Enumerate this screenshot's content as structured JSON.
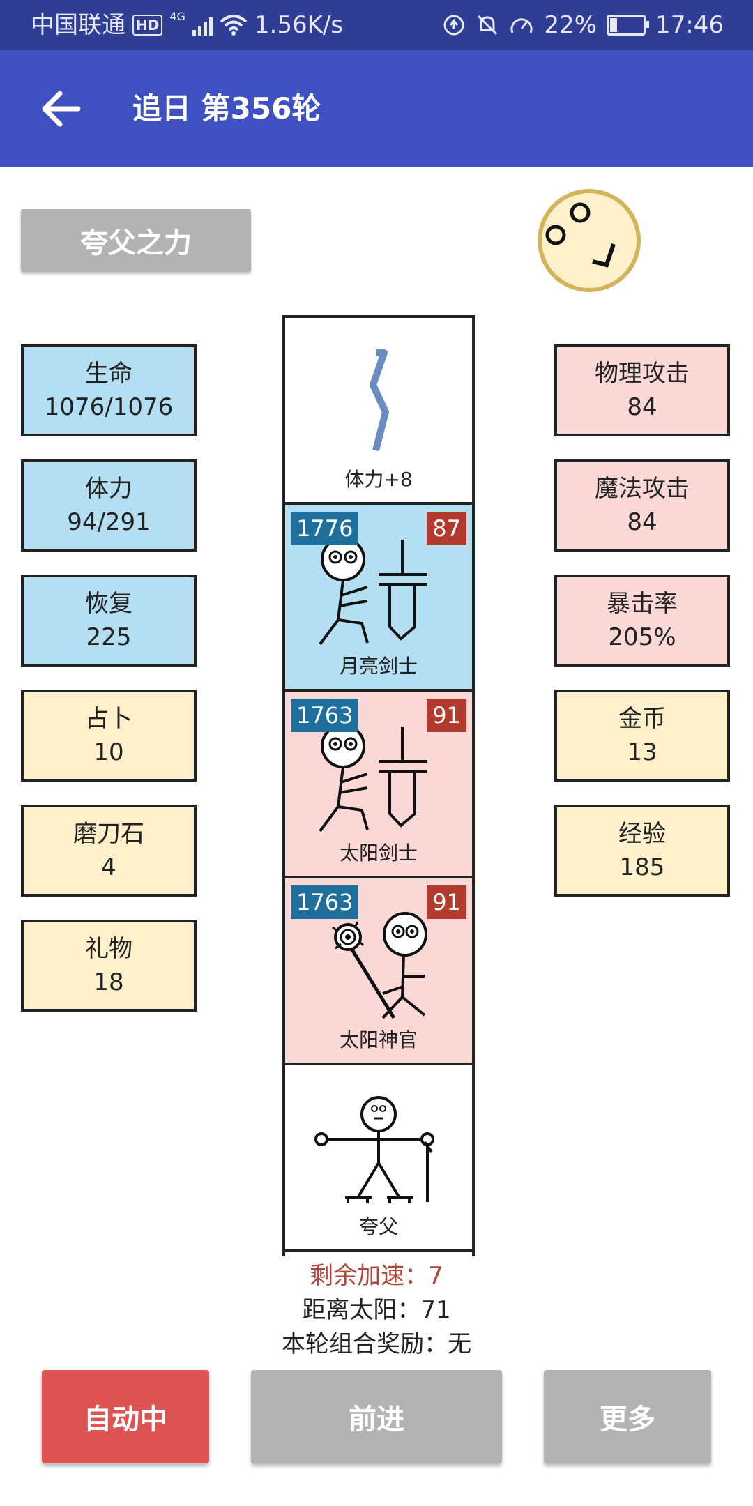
{
  "status_bar": {
    "carrier": "中国联通",
    "hd": "HD",
    "network": "4G",
    "speed": "1.56K/s",
    "battery": "22%",
    "battery_level": 0.22,
    "time": "17:46"
  },
  "app_bar": {
    "title": "追日 第356轮"
  },
  "power_button": "夸父之力",
  "left_stats": [
    {
      "label": "生命",
      "value": "1076/1076",
      "color": "blue"
    },
    {
      "label": "体力",
      "value": "94/291",
      "color": "blue"
    },
    {
      "label": "恢复",
      "value": "225",
      "color": "blue"
    },
    {
      "label": "占卜",
      "value": "10",
      "color": "yellow"
    },
    {
      "label": "磨刀石",
      "value": "4",
      "color": "yellow"
    },
    {
      "label": "礼物",
      "value": "18",
      "color": "yellow"
    }
  ],
  "right_stats": [
    {
      "label": "物理攻击",
      "value": "84",
      "color": "pink"
    },
    {
      "label": "魔法攻击",
      "value": "84",
      "color": "pink"
    },
    {
      "label": "暴击率",
      "value": "205%",
      "color": "pink"
    },
    {
      "label": "金币",
      "value": "13",
      "color": "yellow"
    },
    {
      "label": "经验",
      "value": "185",
      "color": "yellow"
    }
  ],
  "path_cells": [
    {
      "label": "体力+8",
      "type": "item",
      "bg": "#ffffff"
    },
    {
      "label": "月亮剑士",
      "hp": "1776",
      "atk": "87",
      "type": "swordsman",
      "bg": "#b4dff2"
    },
    {
      "label": "太阳剑士",
      "hp": "1763",
      "atk": "91",
      "type": "swordsman",
      "bg": "#f9d8d6"
    },
    {
      "label": "太阳神官",
      "hp": "1763",
      "atk": "91",
      "type": "priest",
      "bg": "#f9d8d6"
    },
    {
      "label": "夸父",
      "type": "player",
      "bg": "#ffffff"
    }
  ],
  "info": {
    "speed_boost": "剩余加速：7",
    "distance": "距离太阳：71",
    "combo_reward": "本轮组合奖励：无"
  },
  "actions": {
    "auto": "自动中",
    "forward": "前进",
    "more": "更多"
  },
  "colors": {
    "status_bar": "#2f3d94",
    "app_bar": "#3f51c0",
    "stat_blue": "#b4dff2",
    "stat_pink": "#f9d8d6",
    "stat_yellow": "#fdf0cb",
    "hp_badge": "#1f6f9c",
    "atk_badge": "#b33a2e",
    "auto_button": "#dc5352",
    "gray_button": "#b3b3b3"
  }
}
